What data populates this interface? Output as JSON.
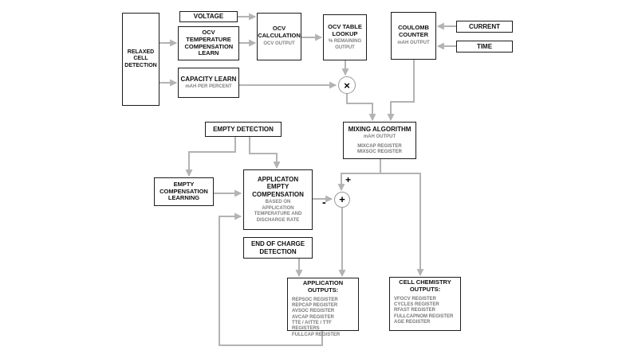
{
  "colors": {
    "arrow": "#b3b3b3",
    "box_border": "#1c1c1c",
    "title_text": "#101010",
    "subtext": "#818181"
  },
  "nodes": {
    "relaxed_cell_detection": {
      "title": "RELAXED CELL DETECTION"
    },
    "voltage": {
      "title": "VOLTAGE"
    },
    "ocv_temp_comp_learn": {
      "title": "OCV TEMPERATURE COMPENSATION LEARN"
    },
    "ocv_calculation": {
      "title": "OCV CALCULATION",
      "subtitle": "OCV OUTPUT"
    },
    "ocv_table_lookup": {
      "title": "OCV TABLE LOOKUP",
      "subtitle": "% REMAINING OUTPUT"
    },
    "coulomb_counter": {
      "title": "COULOMB COUNTER",
      "subtitle": "mAH OUTPUT"
    },
    "current": {
      "title": "CURRENT"
    },
    "time": {
      "title": "TIME"
    },
    "capacity_learn": {
      "title": "CAPACITY LEARN",
      "subtitle": "mAH PER PERCENT"
    },
    "mixing_algorithm": {
      "title": "MIXING ALGORITHM",
      "subtitle": "mAH OUTPUT",
      "registers": [
        "MIXCAP REGISTER",
        "MIXSOC REGISTER"
      ]
    },
    "empty_detection": {
      "title": "EMPTY DETECTION"
    },
    "empty_compensation_learning": {
      "title": "EMPTY COMPENSATION LEARNING"
    },
    "application_empty_compensation": {
      "title": "APPLICATON EMPTY COMPENSATION",
      "subtitle": "BASED ON APPLICATION TEMPERATURE AND DISCHARGE RATE"
    },
    "end_of_charge_detection": {
      "title": "END OF CHARGE DETECTION"
    },
    "application_outputs": {
      "title": "APPLICATION OUTPUTS:",
      "registers": [
        "REPSOC REGISTER",
        "REPCAP REGISTER",
        "AVSOC REGISTER",
        "AVCAP REGISTER",
        "TTE / AtTTE / TTF REGISTERS",
        "FULLCAP REGISTER"
      ]
    },
    "cell_chemistry_outputs": {
      "title": "CELL CHEMISTRY OUTPUTS:",
      "registers": [
        "VFOCV REGISTER",
        "CYCLES REGISTER",
        "RFAST REGISTER",
        "FULLCAPNOM REGISTER",
        "AGE REGISTER"
      ]
    }
  },
  "operators": {
    "multiply": "×",
    "sum": "+",
    "sum_positive_label": "+",
    "sum_negative_label": "-"
  }
}
